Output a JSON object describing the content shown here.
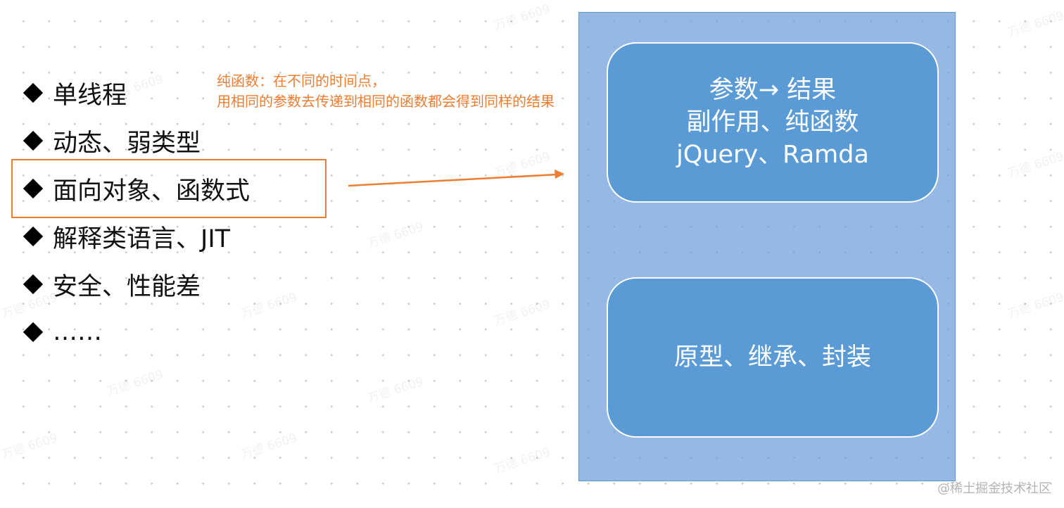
{
  "bullets": [
    "单线程",
    "动态、弱类型",
    "面向对象、函数式",
    "解释类语言、JIT",
    "安全、性能差",
    "……"
  ],
  "note": {
    "line1": "纯函数：在不同的时间点，",
    "line2": "用相同的参数去传递到相同的函数都会得到同样的结果"
  },
  "top_card": {
    "line1": "参数→ 结果",
    "line2": "副作用、纯函数",
    "line3": "jQuery、Ramda"
  },
  "bottom_card": {
    "line1": "原型、继承、封装"
  },
  "watermark": "万德 6609",
  "footer": "@稀土掘金技术社区",
  "colors": {
    "accent_orange": "#ed7d31",
    "panel_blue": "#6c9eda",
    "card_blue": "#5b9bd5",
    "text_dark": "#111111"
  }
}
